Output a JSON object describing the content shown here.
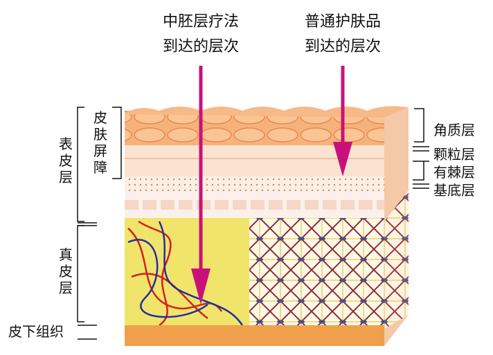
{
  "arrows": [
    {
      "line1": "中胚层疗法",
      "line2": "到达的层次"
    },
    {
      "line1": "普通护肤品",
      "line2": "到达的层次"
    }
  ],
  "left_labels": {
    "epidermis": "表皮层",
    "skin_barrier": "皮肤屏障",
    "dermis": "真皮层",
    "subcutaneous": "皮下组织"
  },
  "right_labels": {
    "stratum_corneum": "角质层",
    "stratum_granulosum": "颗粒层",
    "stratum_spinosum": "有棘层",
    "stratum_basale": "基底层"
  },
  "colors": {
    "arrow": "#c8127a",
    "corneum": "#f2a56a",
    "dermis": "#f1e46a",
    "subcutaneous": "#f0a04a"
  }
}
